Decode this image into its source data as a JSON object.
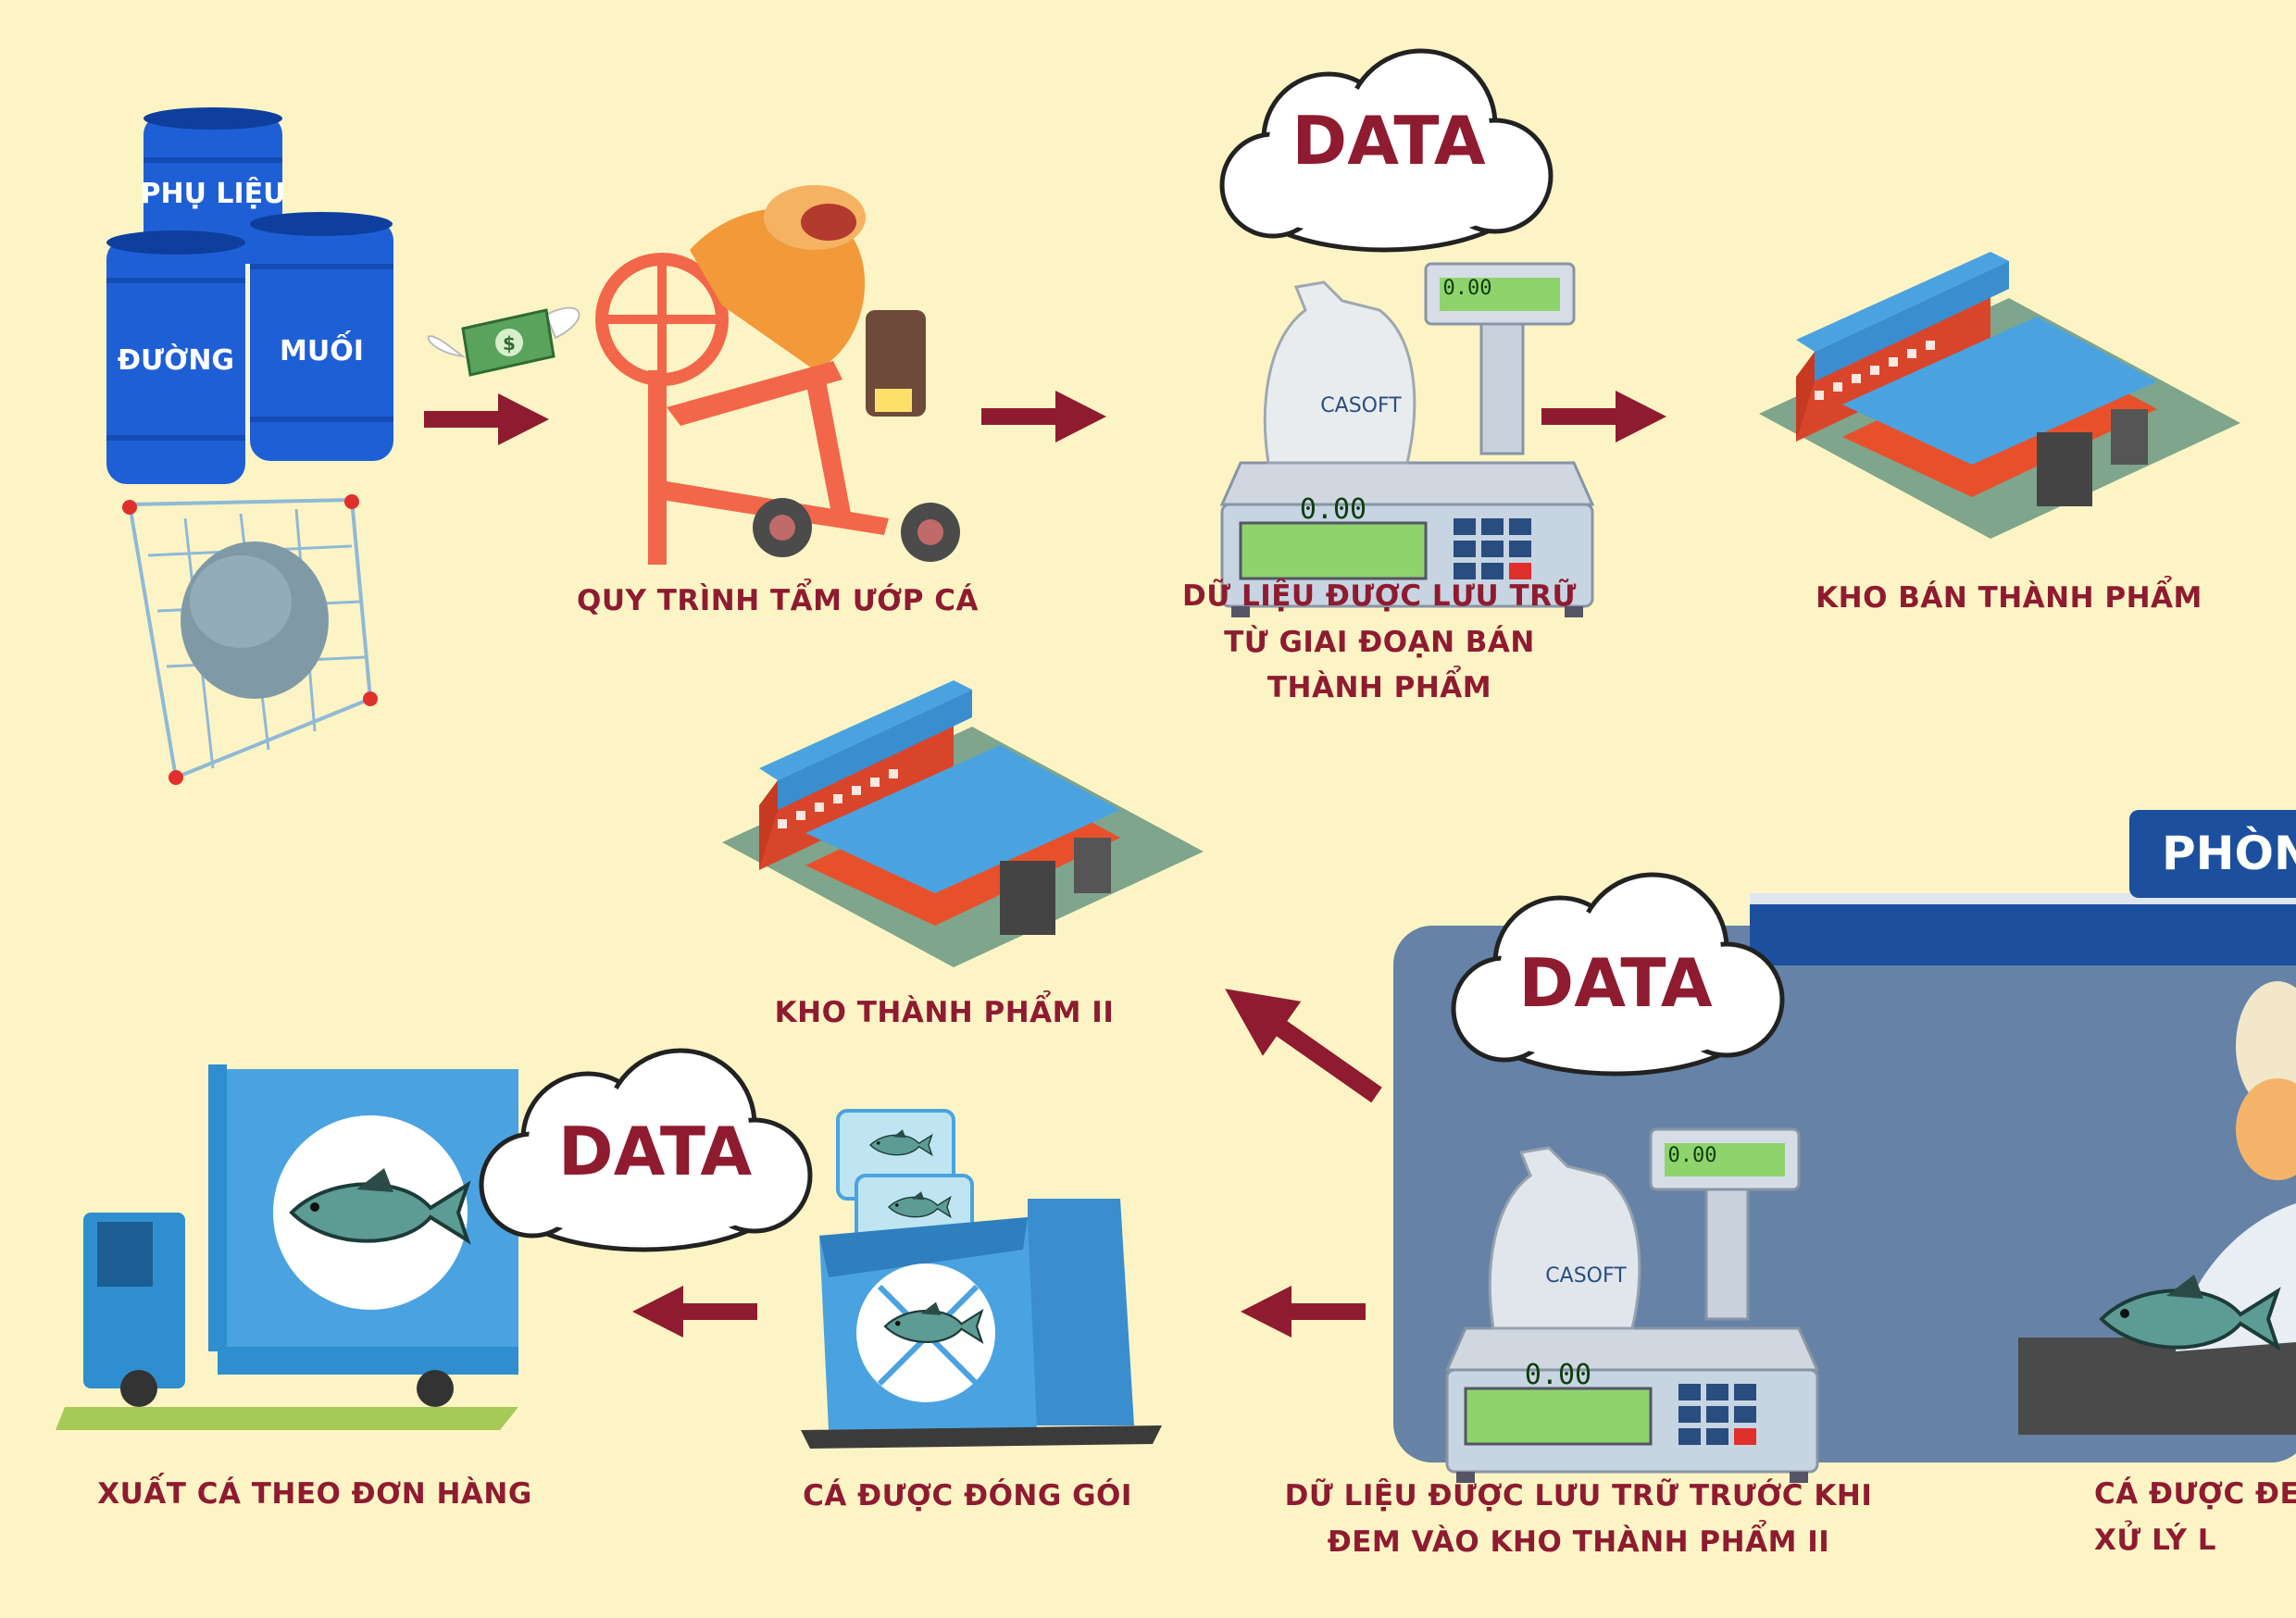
{
  "barrels": {
    "phu_lieu": "PHỤ LIỆU",
    "duong": "ĐƯỜNG",
    "muoi": "MUỐI"
  },
  "data_clouds": [
    "DATA",
    "DATA",
    "DATA"
  ],
  "scales": {
    "display_value": "0.00",
    "brand": "CASOFT"
  },
  "steps": {
    "marinating": "QUY TRÌNH TẨM ƯỚP CÁ",
    "stored_semi": "DỮ LIỆU ĐƯỢC LƯU TRỮ\nTỪ GIAI ĐOẠN BÁN\nTHÀNH PHẨM",
    "semi_warehouse": "KHO BÁN THÀNH PHẨM",
    "warehouse_ii": "KHO THÀNH PHẨM II",
    "stored_before": "DỮ LIỆU ĐƯỢC LƯU TRỮ TRƯỚC KHI\nĐEM VÀO KHO THÀNH PHẨM II",
    "processed": "CÁ ĐƯỢC ĐE\nXỬ LÝ L",
    "packaged": "CÁ ĐƯỢC ĐÓNG GÓI",
    "export": "XUẤT CÁ THEO ĐƠN HÀNG"
  },
  "room_title": "PHÒN",
  "colors": {
    "background": "#fdf4c5",
    "label": "#8e1b30",
    "arrow": "#8e1b30",
    "barrel": "#1f5fd6",
    "roof": "#4aa3e0",
    "wall": "#e8502c",
    "room_panel": "#6682a6",
    "room_header": "#1c4f9e"
  },
  "icons": {
    "money": "money-with-wings-icon",
    "cloud": "cloud-icon",
    "fish": "fish-icon"
  }
}
